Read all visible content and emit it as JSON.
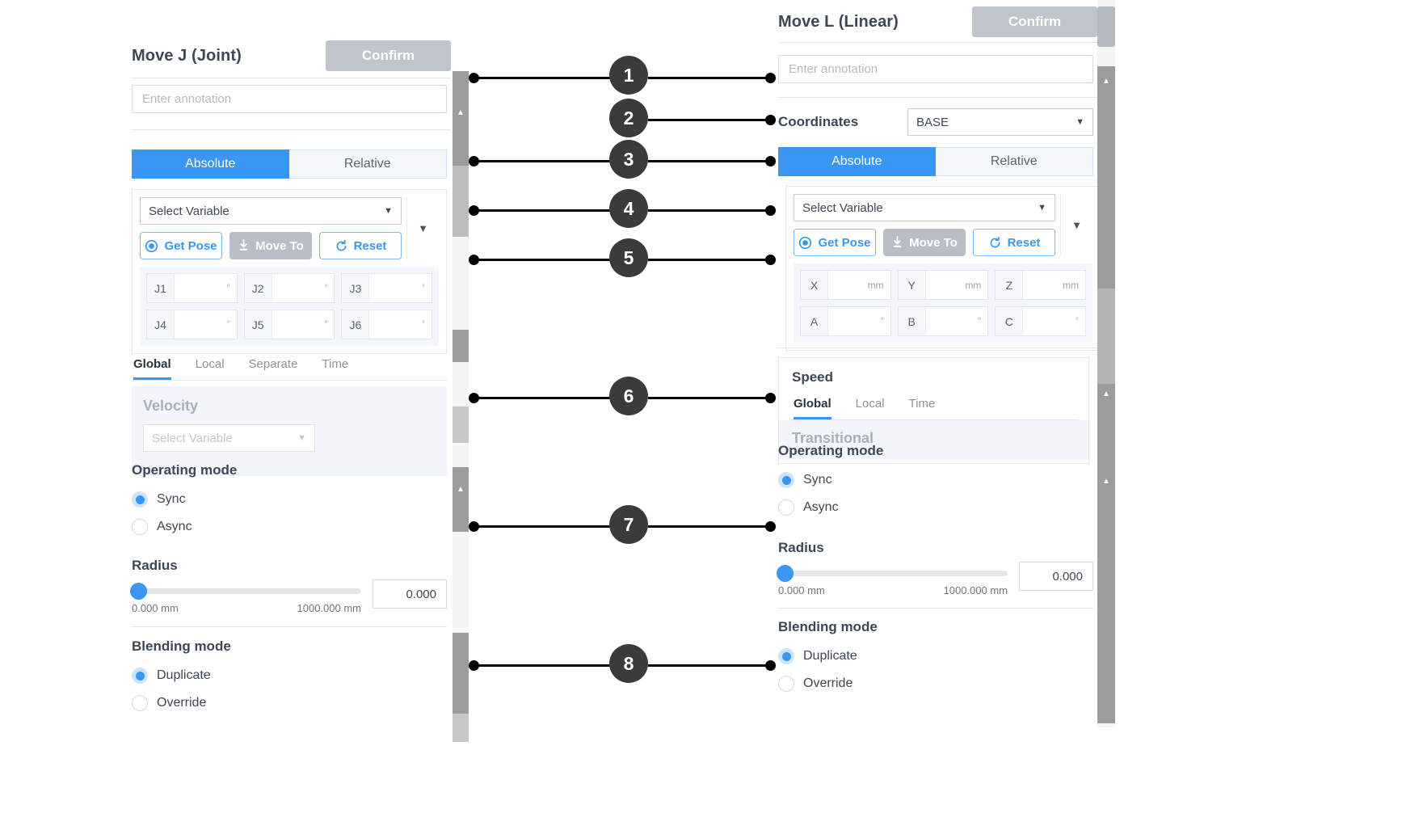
{
  "left_panel": {
    "title": "Move J (Joint)",
    "confirm_label": "Confirm",
    "annotation_placeholder": "Enter annotation",
    "mode_toggle": {
      "absolute": "Absolute",
      "relative": "Relative",
      "selected": "Absolute"
    },
    "variable_select": {
      "value": "Select Variable",
      "caret": "chevron-down-icon"
    },
    "actions": {
      "get_pose": "Get Pose",
      "move_to": "Move To",
      "reset": "Reset"
    },
    "joint_cells": [
      {
        "label": "J1",
        "value": "",
        "unit": "°"
      },
      {
        "label": "J2",
        "value": "",
        "unit": "°"
      },
      {
        "label": "J3",
        "value": "",
        "unit": "°"
      },
      {
        "label": "J4",
        "value": "",
        "unit": "°"
      },
      {
        "label": "J5",
        "value": "",
        "unit": "°"
      },
      {
        "label": "J6",
        "value": "",
        "unit": "°"
      }
    ],
    "speed_tabs": [
      "Global",
      "Local",
      "Separate",
      "Time"
    ],
    "speed_tab_selected": "Global",
    "velocity_label": "Velocity",
    "velocity_select": "Select Variable",
    "operating_mode": {
      "label": "Operating mode",
      "sync": "Sync",
      "async": "Async",
      "selected": "Sync"
    },
    "radius": {
      "label": "Radius",
      "min": "0.000 mm",
      "max": "1000.000 mm",
      "value": "0.000"
    },
    "blending_mode": {
      "label": "Blending mode",
      "duplicate": "Duplicate",
      "override": "Override",
      "selected": "Duplicate"
    }
  },
  "right_panel": {
    "title": "Move L (Linear)",
    "confirm_label": "Confirm",
    "annotation_placeholder": "Enter annotation",
    "coordinates": {
      "label": "Coordinates",
      "value": "BASE",
      "caret": "chevron-down-icon"
    },
    "mode_toggle": {
      "absolute": "Absolute",
      "relative": "Relative",
      "selected": "Absolute"
    },
    "variable_select": {
      "value": "Select Variable",
      "caret": "chevron-down-icon"
    },
    "actions": {
      "get_pose": "Get Pose",
      "move_to": "Move To",
      "reset": "Reset"
    },
    "pose_cells": [
      {
        "label": "X",
        "value": "",
        "unit": "mm"
      },
      {
        "label": "Y",
        "value": "",
        "unit": "mm"
      },
      {
        "label": "Z",
        "value": "",
        "unit": "mm"
      },
      {
        "label": "A",
        "value": "",
        "unit": "°"
      },
      {
        "label": "B",
        "value": "",
        "unit": "°"
      },
      {
        "label": "C",
        "value": "",
        "unit": "°"
      }
    ],
    "speed": {
      "title": "Speed",
      "tabs": [
        "Global",
        "Local",
        "Time"
      ],
      "tab_selected": "Global",
      "transitional_label": "Transitional"
    },
    "operating_mode": {
      "label": "Operating mode",
      "sync": "Sync",
      "async": "Async",
      "selected": "Sync"
    },
    "radius": {
      "label": "Radius",
      "min": "0.000 mm",
      "max": "1000.000 mm",
      "value": "0.000"
    },
    "blending_mode": {
      "label": "Blending mode",
      "duplicate": "Duplicate",
      "override": "Override",
      "selected": "Duplicate"
    }
  },
  "callouts": [
    {
      "number": "1"
    },
    {
      "number": "2"
    },
    {
      "number": "3"
    },
    {
      "number": "4"
    },
    {
      "number": "5"
    },
    {
      "number": "6"
    },
    {
      "number": "7"
    },
    {
      "number": "8"
    }
  ],
  "colors": {
    "accent": "#3a96f3",
    "confirm_disabled": "#bfc4cd",
    "callout": "#3b3b3b",
    "panel_bg": "#ffffff",
    "field_bg": "#f3f6fa"
  }
}
